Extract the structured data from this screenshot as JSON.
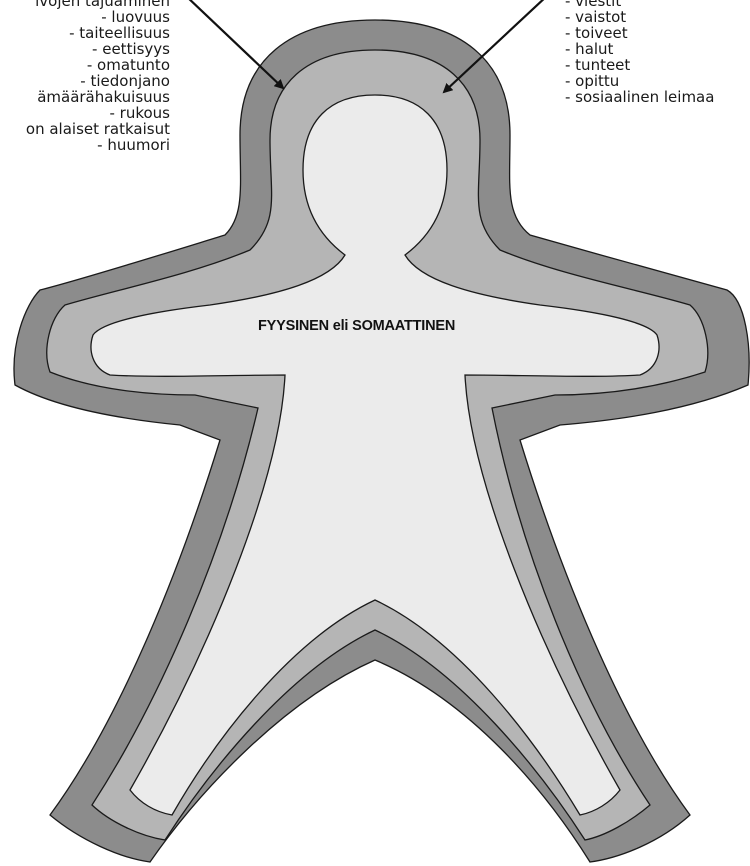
{
  "center_label": "FYYSINEN eli SOMAATTINEN",
  "left_list": [
    "ivojen tajuaminen",
    "- luovuus",
    "- taiteellisuus",
    "- eettisyys",
    "- omatunto",
    "- tiedonjano",
    "ämäärähakuisuus",
    "- rukous",
    "on alaiset ratkaisut",
    "- huumori"
  ],
  "right_list": [
    "- viestit",
    "- vaistot",
    "- toiveet",
    "- halut",
    "- tunteet",
    "- opittu",
    "- sosiaalinen leimaa"
  ],
  "colors": {
    "outer_layer": "#8c8c8c",
    "middle_layer": "#b5b5b5",
    "inner_body": "#ebebeb",
    "outline": "#1a1a1a"
  }
}
